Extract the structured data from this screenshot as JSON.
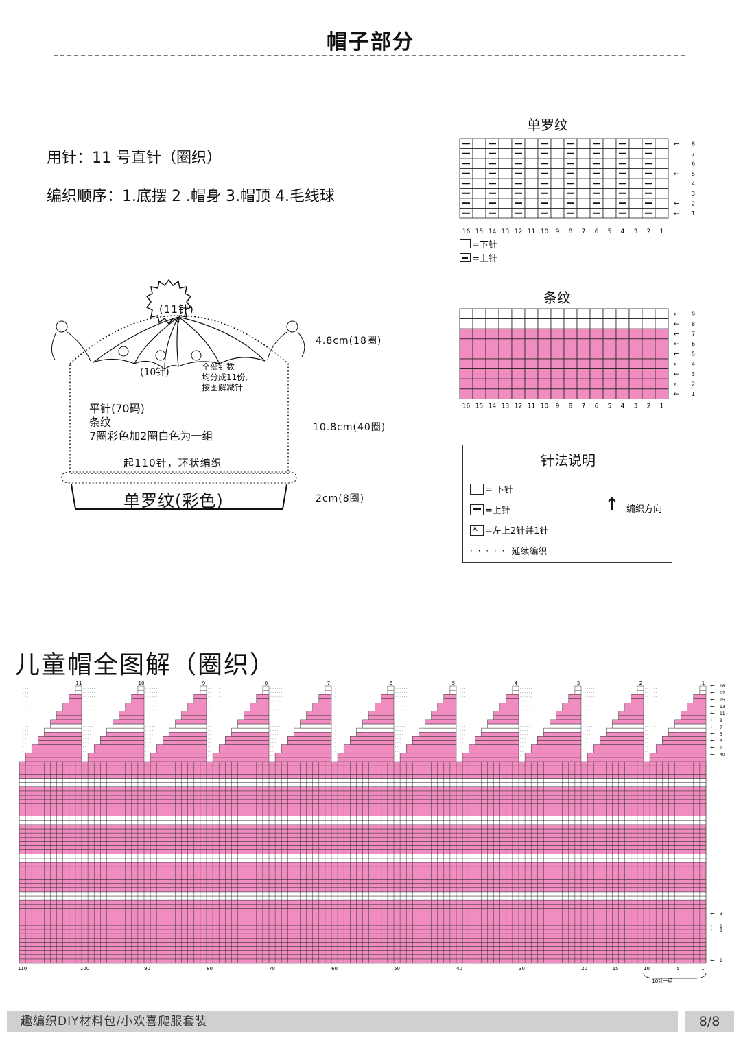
{
  "page_title": "帽子部分",
  "needle_info": "用针：11 号直针（圈织）",
  "knit_order": "编织顺序：1.底摆  2 .帽身  3.帽顶    4.毛线球",
  "rib_chart": {
    "title": "单罗纹",
    "col_labels": [
      "16",
      "15",
      "14",
      "13",
      "12",
      "11",
      "10",
      "9",
      "8",
      "7",
      "6",
      "5",
      "4",
      "3",
      "2",
      "1"
    ],
    "row_labels": [
      "8",
      "7",
      "6",
      "5",
      "4",
      "3",
      "2",
      "1"
    ],
    "legend_knit": "=下针",
    "legend_purl": "=上针"
  },
  "stripe_chart": {
    "title": "条纹",
    "col_labels": [
      "16",
      "15",
      "14",
      "13",
      "12",
      "11",
      "10",
      "9",
      "8",
      "7",
      "6",
      "5",
      "4",
      "3",
      "2",
      "1"
    ],
    "row_labels": [
      "9",
      "8",
      "7",
      "6",
      "5",
      "4",
      "3",
      "2",
      "1"
    ],
    "pink_color": "#f08cc0"
  },
  "stitch_legend": {
    "title": "针法说明",
    "knit": "= 下针",
    "purl": "=上针",
    "decrease": "=左上2针并1针",
    "continue": "延续编织",
    "direction": "编织方向"
  },
  "hat_diagram": {
    "pompom": "(11针)",
    "crown_stitch": "(10针)",
    "divide_note": [
      "全部针数",
      "均分成11份,",
      "按图解减针"
    ],
    "body_lines": [
      "平针(70码)",
      "条纹",
      "7圈彩色加2圈白色为一组"
    ],
    "cast_on": "起110针，环状编织",
    "band_label": "单罗纹(彩色)",
    "dim_top": "4.8cm(18圈)",
    "dim_mid": "10.8cm(40圈)",
    "dim_bottom": "2cm(8圈)"
  },
  "full_chart": {
    "title": "儿童帽全图解（圈织）",
    "section_numbers": [
      "11",
      "10",
      "9",
      "8",
      "7",
      "6",
      "5",
      "4",
      "3",
      "2",
      "1"
    ],
    "bottom_labels": [
      "110",
      "100",
      "90",
      "80",
      "70",
      "60",
      "50",
      "40",
      "30",
      "20",
      "15",
      "10",
      "5",
      "1"
    ],
    "crown_row_labels": [
      "18",
      "17",
      "15",
      "13",
      "11",
      "9",
      "7",
      "5",
      "3",
      "1",
      "40"
    ],
    "lower_row_labels": [
      "4",
      "1",
      "8",
      "1"
    ],
    "group_note": "10针一组",
    "pink_color": "#f08cc0"
  },
  "footer": {
    "text": "趣编织DIY材料包/小欢喜爬服套装",
    "page": "8/8"
  }
}
